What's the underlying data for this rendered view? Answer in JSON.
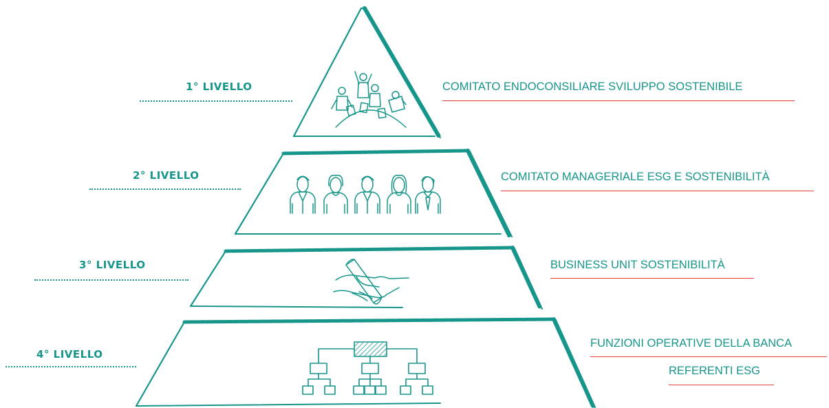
{
  "colors": {
    "teal": "#16968a",
    "red": "#e63a3a"
  },
  "levels": [
    {
      "label": "1° LIVELLO",
      "illustration": "council-meeting-icon",
      "descriptions": [
        "COMITATO ENDOCONSILIARE SVILUPPO SOSTENIBILE"
      ]
    },
    {
      "label": "2° LIVELLO",
      "illustration": "managers-group-icon",
      "descriptions": [
        "COMITATO MANAGERIALE ESG E SOSTENIBILITÀ"
      ]
    },
    {
      "label": "3° LIVELLO",
      "illustration": "handshake-icon",
      "descriptions": [
        "BUSINESS UNIT SOSTENIBILITÀ"
      ]
    },
    {
      "label": "4° LIVELLO",
      "illustration": "org-chart-icon",
      "descriptions": [
        "FUNZIONI OPERATIVE DELLA BANCA",
        "REFERENTI ESG"
      ]
    }
  ]
}
